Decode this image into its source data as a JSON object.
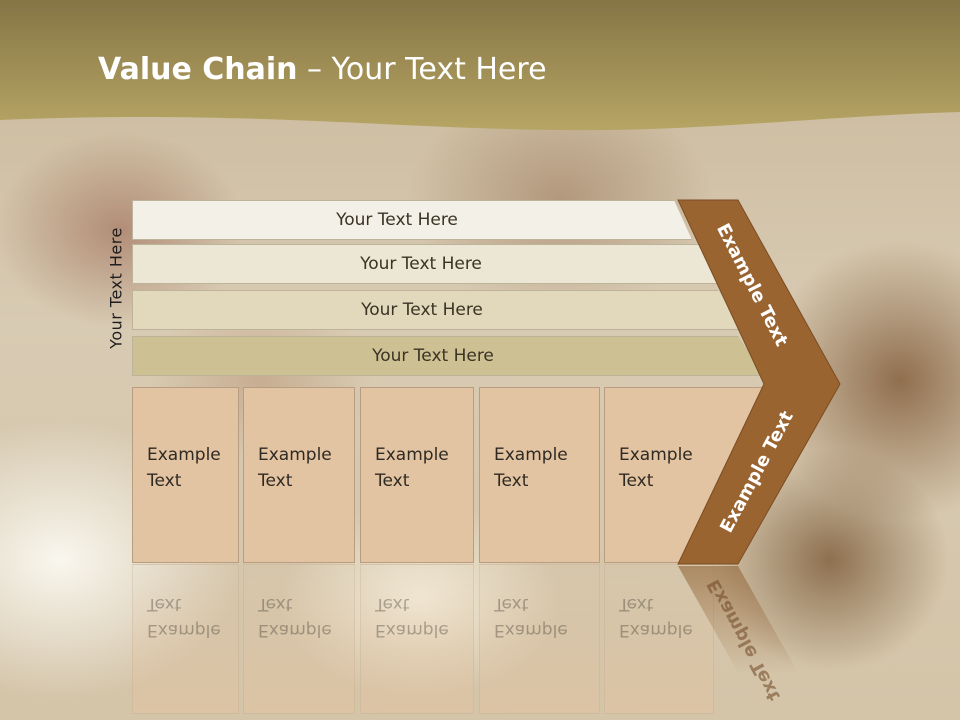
{
  "title": {
    "bold": "Value Chain",
    "rest": " – Your Text Here"
  },
  "side_label": "Your Text Here",
  "bars": [
    "Your Text Here",
    "Your Text Here",
    "Your Text Here",
    "Your Text Here"
  ],
  "columns": [
    {
      "line1": "Example",
      "line2": "Text"
    },
    {
      "line1": "Example",
      "line2": "Text"
    },
    {
      "line1": "Example",
      "line2": "Text"
    },
    {
      "line1": "Example",
      "line2": "Text"
    },
    {
      "line1": "Example",
      "line2": "Text"
    }
  ],
  "chevron": {
    "top_label": "Example Text",
    "bottom_label": "Example Text"
  },
  "colors": {
    "header": "#a99a5a",
    "chevron": "#9a6431",
    "column": "#e2c3a2"
  }
}
